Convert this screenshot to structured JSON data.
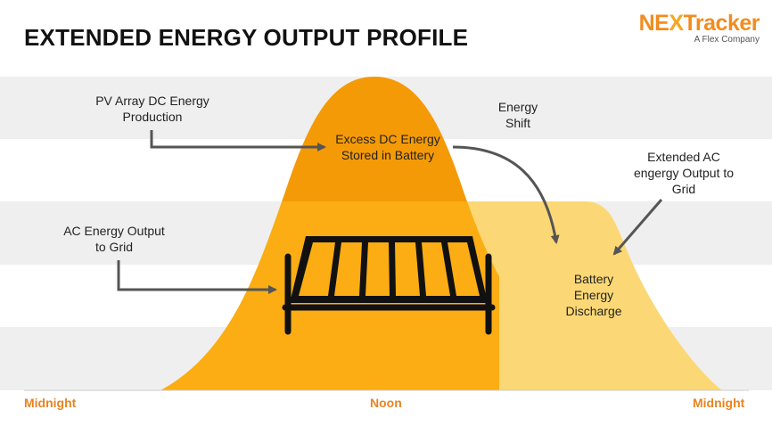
{
  "title": "EXTENDED ENERGY OUTPUT PROFILE",
  "logo": {
    "brand_prefix": "NE",
    "brand_x": "X",
    "brand_suffix": "Tracker",
    "tagline": "A Flex Company"
  },
  "labels": {
    "pv_production": "PV Array DC Energy Production",
    "excess_dc": "Excess DC Energy Stored in Battery",
    "energy_shift": "Energy Shift",
    "extended_ac": "Extended AC engergy Output to Grid",
    "ac_output": "AC Energy Output to Grid",
    "battery_discharge": "Battery Energy Discharge"
  },
  "axis": {
    "left": "Midnight",
    "center": "Noon",
    "right": "Midnight"
  },
  "colors": {
    "dc_peak": "#f59a07",
    "ac_output": "#fbad13",
    "battery": "#fbd875",
    "band": "#efefef",
    "arrow": "#555555",
    "axis_text": "#e9841f"
  }
}
